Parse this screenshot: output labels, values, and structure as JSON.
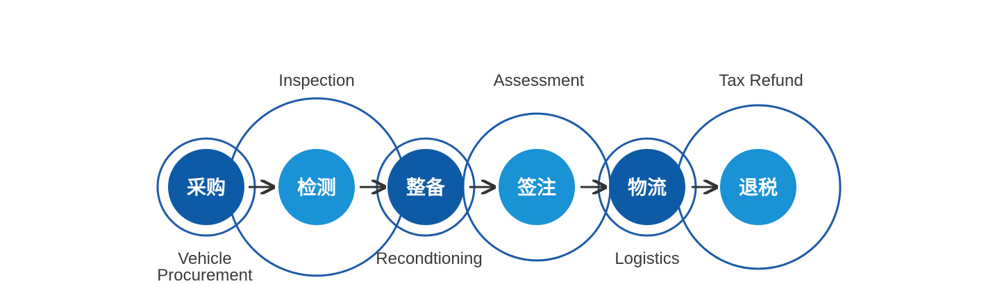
{
  "colors": {
    "ring": "#1d5aa8",
    "node_dark": "#0d5aa7",
    "node_light": "#1a92d6",
    "arrow": "#333333",
    "caption": "#3a3a3a",
    "node_text": "#ffffff"
  },
  "steps": [
    {
      "label": "采购",
      "caption_line1": "Vehicle",
      "caption_line2": "Procurement",
      "tone": "dark"
    },
    {
      "label": "检测",
      "caption_line1": "Inspection",
      "tone": "light"
    },
    {
      "label": "整备",
      "caption_line1": "Recondtioning",
      "tone": "dark"
    },
    {
      "label": "签注",
      "caption_line1": "Assessment",
      "tone": "light"
    },
    {
      "label": "物流",
      "caption_line1": "Logistics",
      "tone": "dark"
    },
    {
      "label": "退税",
      "caption_line1": "Tax Refund",
      "tone": "light"
    }
  ]
}
